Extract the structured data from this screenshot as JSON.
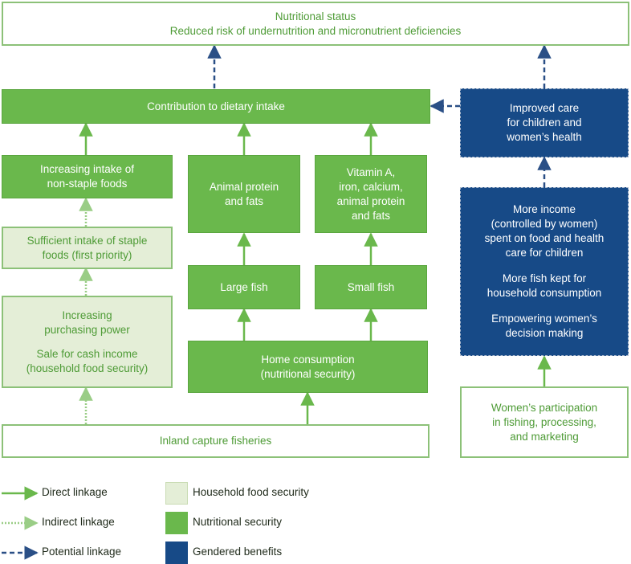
{
  "nodes": {
    "nutritional_status": {
      "line1": "Nutritional status",
      "line2": "Reduced risk of undernutrition and micronutrient deficiencies"
    },
    "dietary_intake": {
      "label": "Contribution to dietary intake"
    },
    "improved_care": {
      "lines": [
        "Improved care",
        "for children and",
        "women’s health"
      ]
    },
    "non_staple": {
      "lines": [
        "Increasing intake of",
        "non-staple foods"
      ]
    },
    "animal_protein": {
      "lines": [
        "Animal protein",
        "and fats"
      ]
    },
    "vitamin_a": {
      "lines": [
        "Vitamin A,",
        "iron, calcium,",
        "animal protein",
        "and fats"
      ]
    },
    "staple_foods": {
      "lines": [
        "Sufficient intake of staple",
        "foods (first priority)"
      ]
    },
    "more_income": {
      "para1": [
        "More income",
        "(controlled by women)",
        "spent on food and health",
        "care for children"
      ],
      "para2": [
        "More fish kept for",
        "household consumption"
      ],
      "para3": [
        "Empowering women’s",
        "decision making"
      ]
    },
    "large_fish": {
      "label": "Large fish"
    },
    "small_fish": {
      "label": "Small fish"
    },
    "purchasing_power": {
      "para1": [
        "Increasing",
        "purchasing power"
      ],
      "para2": [
        "Sale for cash income",
        "(household food security)"
      ]
    },
    "home_consumption": {
      "lines": [
        "Home consumption",
        "(nutritional security)"
      ]
    },
    "inland_fisheries": {
      "label": "Inland capture fisheries"
    },
    "womens_participation": {
      "lines": [
        "Women’s participation",
        "in fishing, processing,",
        "and marketing"
      ]
    }
  },
  "legend": {
    "direct": "Direct linkage",
    "indirect": "Indirect linkage",
    "potential": "Potential linkage",
    "household": "Household food security",
    "nutritional": "Nutritional security",
    "gendered": "Gendered benefits"
  },
  "colors": {
    "green": "#6ab84c",
    "light_green": "#e4eed7",
    "outline_green": "#8cc178",
    "blue": "#174a87",
    "direct_arrow": "#6ab84c",
    "indirect_arrow": "#9acd86",
    "potential_arrow": "#2a4f86"
  }
}
